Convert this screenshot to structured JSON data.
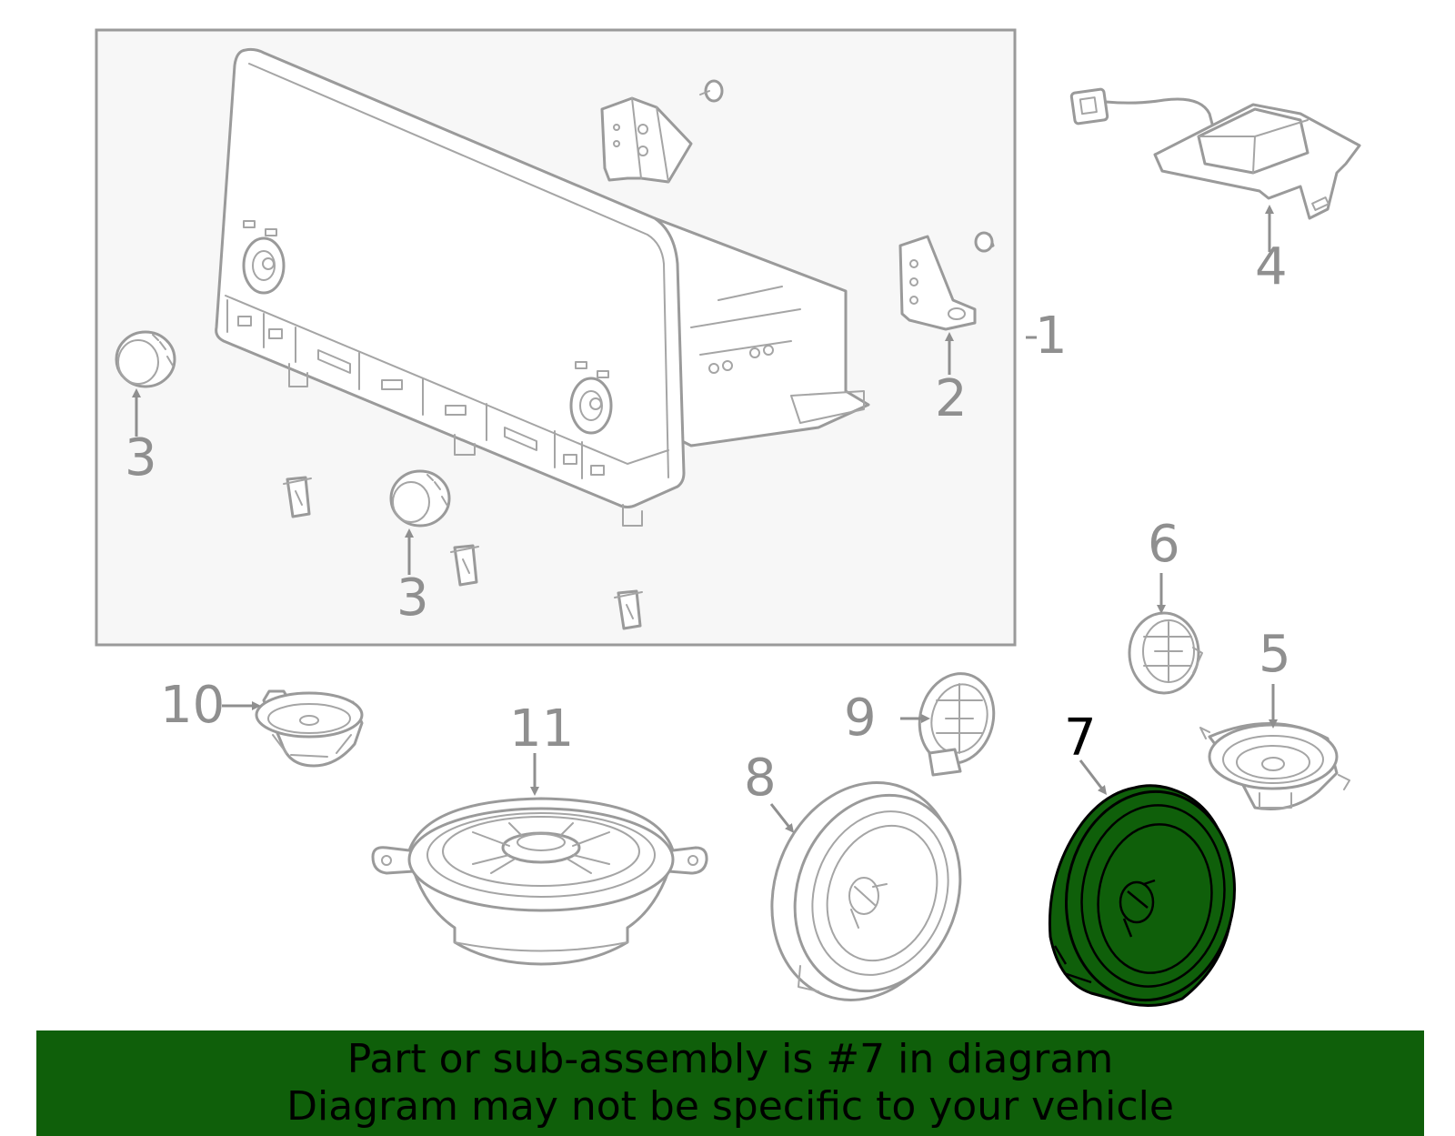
{
  "diagram": {
    "callouts": {
      "c1": "1",
      "c2": "2",
      "c3a": "3",
      "c3b": "3",
      "c4": "4",
      "c5": "5",
      "c6": "6",
      "c7": "7",
      "c8": "8",
      "c9": "9",
      "c10": "10",
      "c11": "11"
    },
    "highlighted_part": "7",
    "highlight_color": "#0f5f0a",
    "line_color": "#9a9a9a"
  },
  "banner": {
    "line1": "Part or sub-assembly is #7 in diagram",
    "line2": "Diagram may not be specific to your vehicle",
    "background": "#0f5f0a"
  }
}
